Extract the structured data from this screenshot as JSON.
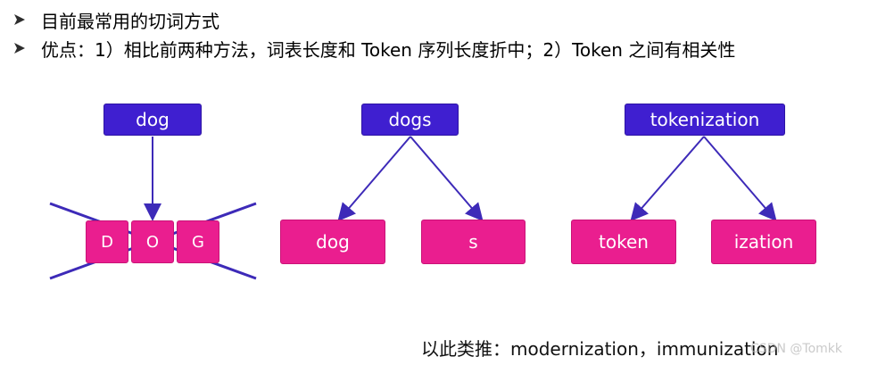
{
  "bullets": [
    {
      "icon": "arrow-icon",
      "text": "目前最常用的切词方式"
    },
    {
      "icon": "arrow-icon",
      "text": "优点：1）相比前两种方法，词表长度和 Token 序列长度折中；2）Token 之间有相关性"
    }
  ],
  "diagram": {
    "group1": {
      "root": "dog",
      "chars": [
        "D",
        "O",
        "G"
      ]
    },
    "group2": {
      "root": "dogs",
      "children": [
        "dog",
        "s"
      ]
    },
    "group3": {
      "root": "tokenization",
      "children": [
        "token",
        "ization"
      ]
    }
  },
  "footer_text": "以此类推：modernization，immunization",
  "watermark_text": "CSDN @Tomkk",
  "colors": {
    "purple": "#3f1fd0",
    "pink": "#ea1e8f",
    "line": "#3d2ab8",
    "arrow": "#1f1f1f"
  }
}
